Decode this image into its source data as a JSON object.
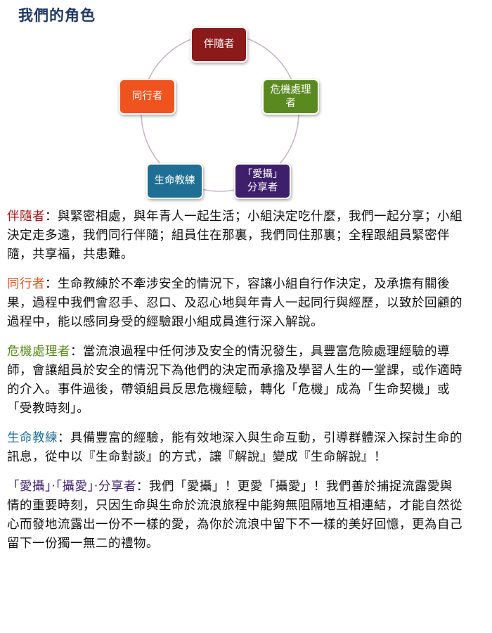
{
  "page": {
    "title": "我們的角色"
  },
  "diagram": {
    "nodes": [
      {
        "id": "companion",
        "label": "伴隨者",
        "color": "#8b1a1a"
      },
      {
        "id": "crisis",
        "label": "危機處理\n者",
        "color": "#5a8a1f"
      },
      {
        "id": "sharer",
        "label": "「愛攝」\n分享者",
        "color": "#3e1f6b"
      },
      {
        "id": "coach",
        "label": "生命教練",
        "color": "#1f6f95"
      },
      {
        "id": "fellow",
        "label": "同行者",
        "color": "#f0541e"
      }
    ],
    "ring_color": "#c9b6c9"
  },
  "sections": [
    {
      "term": "伴隨者",
      "term_color": "#a31515",
      "text": "：與緊密相處，與年青人一起生活；小組決定吃什麼，我們一起分享；小組決定走多遠，我們同行伴隨；組員住在那裏，我們同住那裏；全程跟組員緊密伴隨，共享福，共患難。"
    },
    {
      "term": "同行者",
      "term_color": "#e8541e",
      "text": "：生命教練於不牽涉安全的情況下，容讓小組自行作決定，及承擔有關後果，過程中我們會忍手、忍口、及忍心地與年青人一起同行與經歷，以致於回顧的過程中，能以感同身受的經驗跟小組成員進行深入解說。"
    },
    {
      "term": "危機處理者",
      "term_color": "#5a8a1f",
      "text": "：當流浪過程中任何涉及安全的情況發生，具豐富危險處理經驗的導師，會讓組員於安全的情況下為他們的決定而承擔及學習人生的一堂課，或作適時的介入。事件過後，帶領組員反思危機經驗，轉化「危機」成為「生命契機」或「受教時刻」。"
    },
    {
      "term": "生命教練",
      "term_color": "#1f6f95",
      "text": "：具備豐富的經驗，能有效地深入與生命互動，引導群體深入探討生命的訊息，從中以『生命對談』的方式，讓『解說』變成『生命解說』！"
    },
    {
      "term": "「愛攝」‧「攝愛」‧分享者",
      "term_color": "#3e1f6b",
      "text": "：我們「愛攝」！更愛「攝愛」！我們善於捕捉流露愛與情的重要時刻，只因生命與生命於流浪旅程中能夠無阻隔地互相連結，才能自然從心而發地流露出一份不一樣的愛，為你於流浪中留下不一樣的美好回憶，更為自己留下一份獨一無二的禮物。"
    }
  ]
}
